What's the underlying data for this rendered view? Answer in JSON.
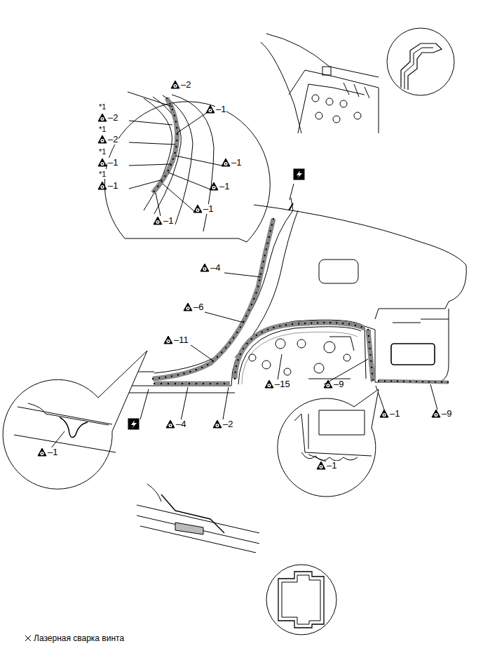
{
  "diagram": {
    "labels": [
      "–2",
      "*1",
      "–2",
      "*1",
      "–2",
      "–1",
      "–1",
      "*1",
      "–1",
      "*1",
      "–1",
      "–1",
      "–1",
      "–1",
      "–4",
      "–6",
      "–11",
      "–4",
      "–2",
      "–15",
      "–9",
      "–1",
      "–9",
      "–1",
      "–1"
    ],
    "legend": [
      {
        "text": "Лазерная сварка винта"
      }
    ]
  }
}
